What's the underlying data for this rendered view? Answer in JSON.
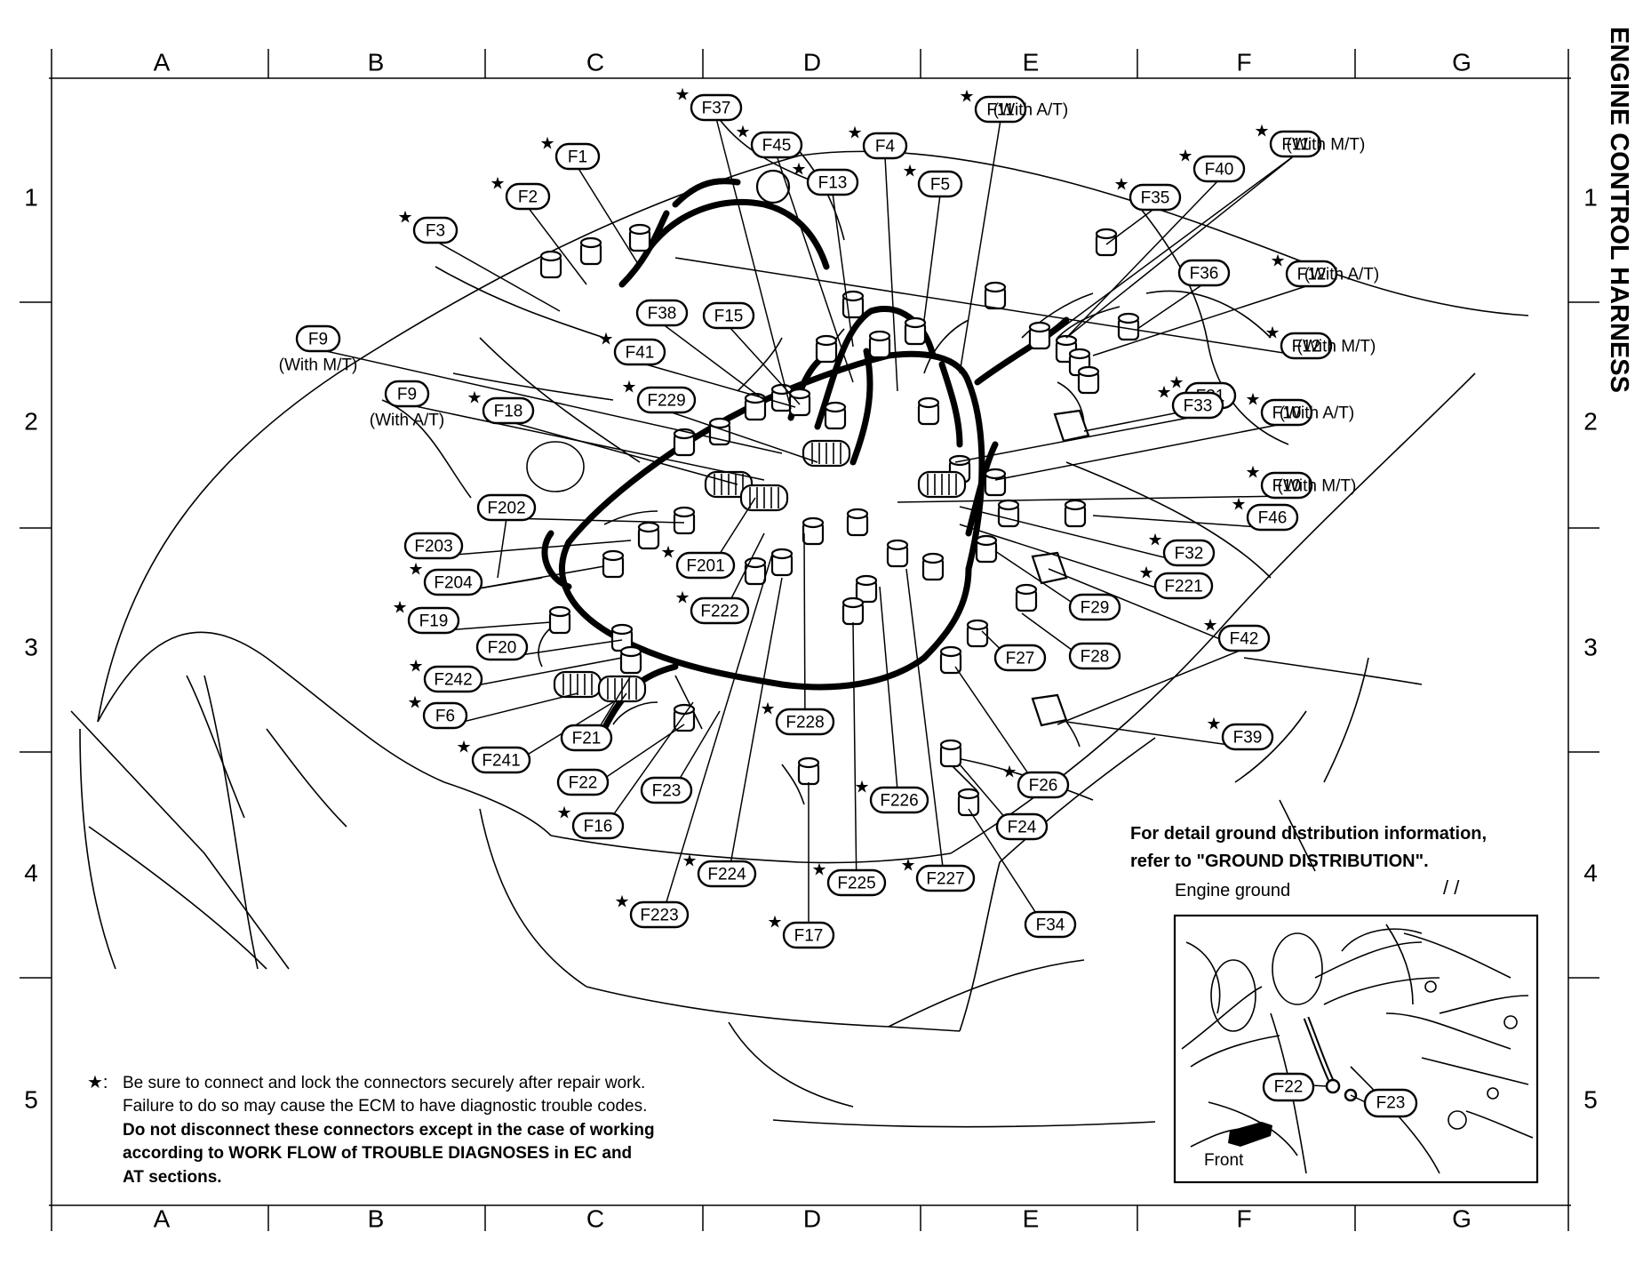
{
  "title": "ENGINE CONTROL HARNESS",
  "grid": {
    "columns": [
      "A",
      "B",
      "C",
      "D",
      "E",
      "F",
      "G"
    ],
    "rows": [
      "1",
      "2",
      "3",
      "4",
      "5"
    ]
  },
  "callouts": [
    {
      "id": "F37",
      "label": "F37",
      "star": true
    },
    {
      "id": "F11_at",
      "label": "F11",
      "star": true,
      "qualifier": "(With A/T)"
    },
    {
      "id": "F45",
      "label": "F45",
      "star": true
    },
    {
      "id": "F4",
      "label": "F4",
      "star": true
    },
    {
      "id": "F1",
      "label": "F1",
      "star": true
    },
    {
      "id": "F13",
      "label": "F13",
      "star": true
    },
    {
      "id": "F5",
      "label": "F5",
      "star": true
    },
    {
      "id": "F11_mt",
      "label": "F11",
      "star": true,
      "qualifier": "(With M/T)"
    },
    {
      "id": "F40",
      "label": "F40",
      "star": true
    },
    {
      "id": "F2",
      "label": "F2",
      "star": true
    },
    {
      "id": "F35",
      "label": "F35",
      "star": true
    },
    {
      "id": "F3",
      "label": "F3",
      "star": true
    },
    {
      "id": "F36",
      "label": "F36",
      "star": false
    },
    {
      "id": "F12_at",
      "label": "F12",
      "star": true,
      "qualifier": "(With A/T)"
    },
    {
      "id": "F38",
      "label": "F38",
      "star": false
    },
    {
      "id": "F15",
      "label": "F15",
      "star": false
    },
    {
      "id": "F9_mt",
      "label": "F9",
      "star": false,
      "qualifier": "(With M/T)"
    },
    {
      "id": "F12_mt",
      "label": "F12",
      "star": true,
      "qualifier": "(With M/T)"
    },
    {
      "id": "F41",
      "label": "F41",
      "star": true
    },
    {
      "id": "F229",
      "label": "F229",
      "star": true
    },
    {
      "id": "F9_at",
      "label": "F9",
      "star": false,
      "qualifier": "(With A/T)"
    },
    {
      "id": "F31",
      "label": "F31",
      "star": true
    },
    {
      "id": "F18",
      "label": "F18",
      "star": true
    },
    {
      "id": "F33",
      "label": "F33",
      "star": true
    },
    {
      "id": "F10_at",
      "label": "F10",
      "star": true,
      "qualifier": "(With A/T)"
    },
    {
      "id": "F10_mt",
      "label": "F10",
      "star": true,
      "qualifier": "(With M/T)"
    },
    {
      "id": "F202",
      "label": "F202",
      "star": false
    },
    {
      "id": "F46",
      "label": "F46",
      "star": true
    },
    {
      "id": "F203",
      "label": "F203",
      "star": false
    },
    {
      "id": "F32",
      "label": "F32",
      "star": true
    },
    {
      "id": "F201",
      "label": "F201",
      "star": true
    },
    {
      "id": "F204",
      "label": "F204",
      "star": true
    },
    {
      "id": "F221",
      "label": "F221",
      "star": true
    },
    {
      "id": "F222",
      "label": "F222",
      "star": true
    },
    {
      "id": "F29",
      "label": "F29",
      "star": false
    },
    {
      "id": "F19",
      "label": "F19",
      "star": true
    },
    {
      "id": "F42",
      "label": "F42",
      "star": true
    },
    {
      "id": "F20",
      "label": "F20",
      "star": false
    },
    {
      "id": "F27",
      "label": "F27",
      "star": false
    },
    {
      "id": "F28",
      "label": "F28",
      "star": false
    },
    {
      "id": "F242",
      "label": "F242",
      "star": true
    },
    {
      "id": "F6",
      "label": "F6",
      "star": true
    },
    {
      "id": "F228",
      "label": "F228",
      "star": true
    },
    {
      "id": "F39",
      "label": "F39",
      "star": true
    },
    {
      "id": "F21",
      "label": "F21",
      "star": false
    },
    {
      "id": "F241",
      "label": "F241",
      "star": true
    },
    {
      "id": "F26",
      "label": "F26",
      "star": true
    },
    {
      "id": "F22",
      "label": "F22",
      "star": false
    },
    {
      "id": "F23",
      "label": "F23",
      "star": false
    },
    {
      "id": "F226",
      "label": "F226",
      "star": true
    },
    {
      "id": "F16",
      "label": "F16",
      "star": true
    },
    {
      "id": "F24",
      "label": "F24",
      "star": false
    },
    {
      "id": "F224",
      "label": "F224",
      "star": true
    },
    {
      "id": "F225",
      "label": "F225",
      "star": true
    },
    {
      "id": "F227",
      "label": "F227",
      "star": true
    },
    {
      "id": "F223",
      "label": "F223",
      "star": true
    },
    {
      "id": "F17",
      "label": "F17",
      "star": true
    },
    {
      "id": "F34",
      "label": "F34",
      "star": false
    }
  ],
  "note": {
    "marker": "★:",
    "lines": [
      "Be sure to connect and lock the connectors securely after repair work.",
      "Failure to do so may cause the ECM to have diagnostic trouble codes.",
      "Do not disconnect these connectors except in the case of working",
      "according to WORK FLOW of TROUBLE DIAGNOSES in EC and",
      "AT sections."
    ]
  },
  "ground_info": {
    "line1": "For detail ground distribution information,",
    "line2": "refer to \"GROUND DISTRIBUTION\".",
    "slashes": "/ /",
    "caption": "Engine ground",
    "labels": [
      "F22",
      "F23"
    ],
    "front_label": "Front"
  }
}
